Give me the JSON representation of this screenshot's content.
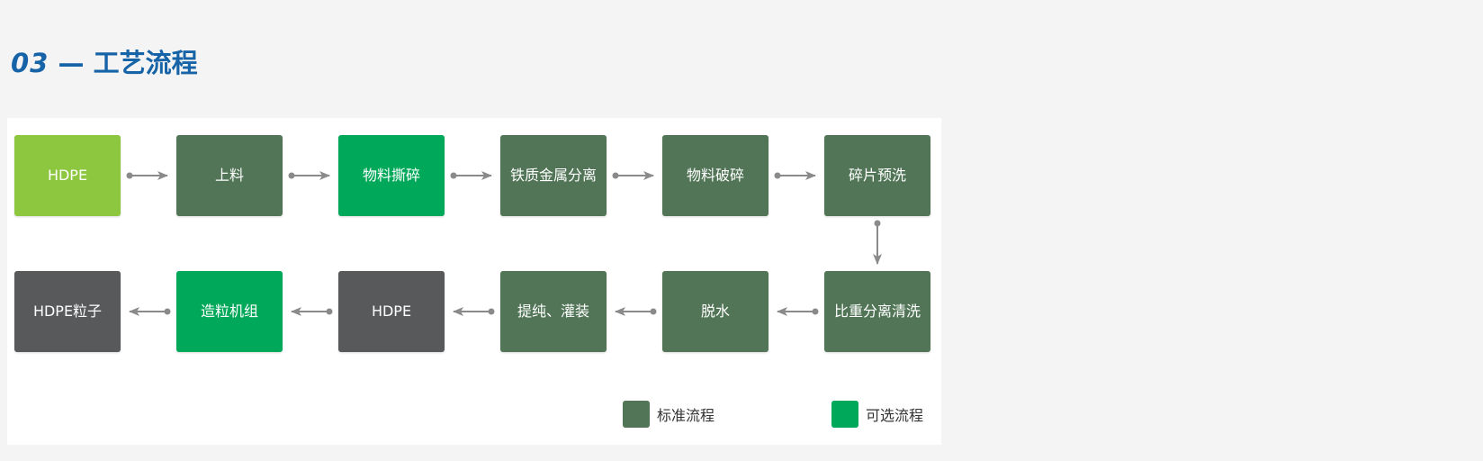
{
  "header": {
    "number": "03",
    "separator": " — ",
    "title": "工艺流程"
  },
  "colors": {
    "title_blue": "#1763a8",
    "standard": "#517556",
    "optional": "#00a85a",
    "input": "#8dc63f",
    "product": "#58595b",
    "arrow": "#8a8a8a"
  },
  "flow": {
    "row1": [
      {
        "label": "HDPE",
        "kind": "input"
      },
      {
        "label": "上料",
        "kind": "standard"
      },
      {
        "label": "物料撕碎",
        "kind": "optional"
      },
      {
        "label": "铁质金属分离",
        "kind": "standard"
      },
      {
        "label": "物料破碎",
        "kind": "standard"
      },
      {
        "label": "碎片预洗",
        "kind": "standard"
      }
    ],
    "row2": [
      {
        "label": "HDPE粒子",
        "kind": "product"
      },
      {
        "label": "造粒机组",
        "kind": "optional"
      },
      {
        "label": "HDPE",
        "kind": "product"
      },
      {
        "label": "提纯、灌装",
        "kind": "standard"
      },
      {
        "label": "脱水",
        "kind": "standard"
      },
      {
        "label": "比重分离清洗",
        "kind": "standard"
      }
    ]
  },
  "legend": {
    "standard_label": "标准流程",
    "optional_label": "可选流程"
  }
}
